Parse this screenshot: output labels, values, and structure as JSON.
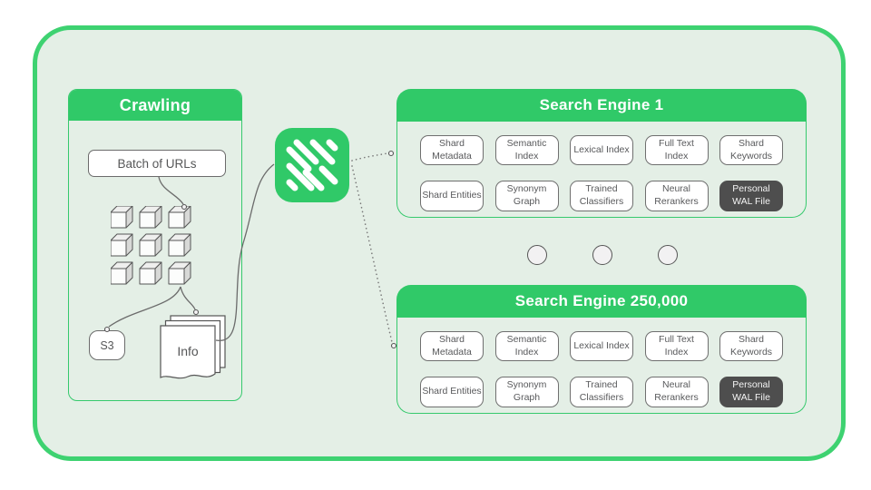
{
  "crawling": {
    "title": "Crawling",
    "batch_label": "Batch of URLs",
    "s3_label": "S3",
    "info_label": "Info",
    "cube_grid": {
      "rows": 3,
      "cols": 3
    }
  },
  "engines": [
    {
      "title": "Search Engine 1"
    },
    {
      "title": "Search Engine 250,000"
    }
  ],
  "chips": {
    "row1": [
      "Shard Metadata",
      "Semantic Index",
      "Lexical Index",
      "Full Text Index",
      "Shard Keywords"
    ],
    "row2": [
      "Shard Entities",
      "Synonym Graph",
      "Trained Classifiers",
      "Neural Rerankers",
      "Personal WAL File"
    ]
  },
  "ellipsis_circle_count": 3,
  "icons": {
    "logo": "green-square-diagonal-stripes-logo",
    "cubes": "stacked-data-cubes",
    "documents": "paper-stack-with-wavy-edge"
  },
  "colors": {
    "accent_green": "#30c968",
    "frame_border_green": "#3ed271",
    "canvas_green": "#e4efe6",
    "dark_chip": "#4e4e4e",
    "line_gray": "#6b6b6b"
  }
}
